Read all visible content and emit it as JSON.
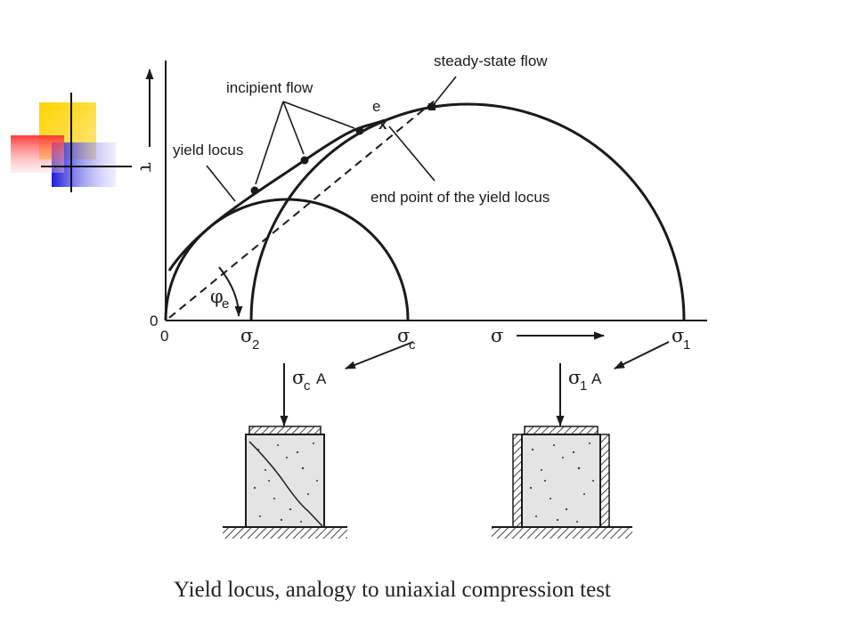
{
  "diagram": {
    "labels": {
      "steady_state_flow": "steady-state flow",
      "incipient_flow": "incipient flow",
      "yield_locus": "yield locus",
      "end_point": "end point of the yield locus",
      "point_e": "e",
      "end_mark": "x",
      "origin_y": "0",
      "origin_x": "0",
      "tau_axis": "τ",
      "sigma_axis": "σ",
      "phi": "φ",
      "phi_sub": "e",
      "sigma2": "σ",
      "sigma2_sub": "2",
      "sigmac": "σ",
      "sigmac_sub": "c",
      "sigma1": "σ",
      "sigma1_sub": "1",
      "force_c": "σ",
      "force_c_sub": "c",
      "force_c_A": "A",
      "force_1": "σ",
      "force_1_sub": "1",
      "force_1_A": "A"
    },
    "caption": "Yield locus, analogy to uniaxial compression test"
  },
  "colors": {
    "ink": "#1a1a1a",
    "accent_yellow": "#ffd400",
    "accent_red": "#ff4040",
    "accent_blue": "#2a2ad8",
    "specimen_fill": "#e4e4e4",
    "hatch": "#555555"
  }
}
